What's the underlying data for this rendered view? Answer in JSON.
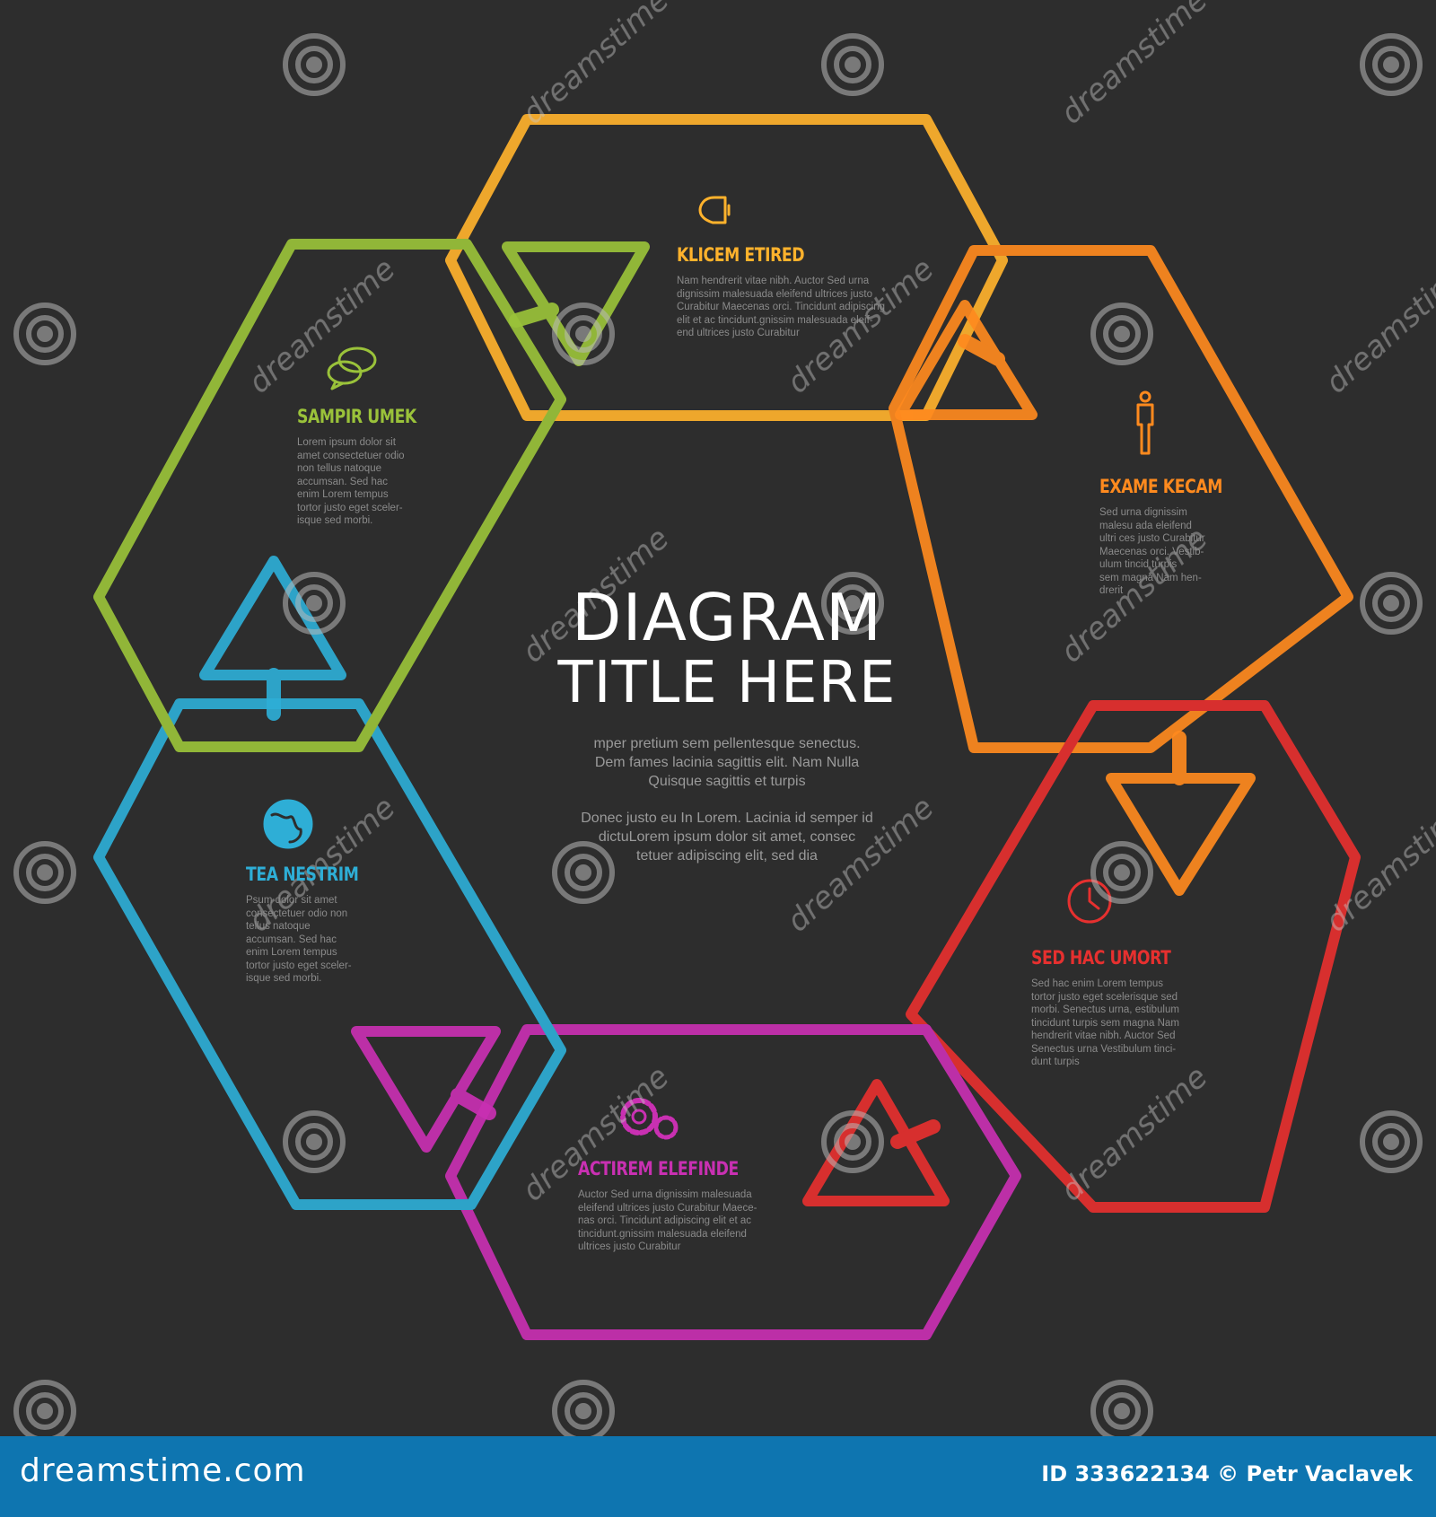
{
  "title": {
    "line1": "DIAGRAM",
    "line2": "TITLE HERE",
    "para1": "mper pretium sem pellentesque senectus.\nDem fames lacinia sagittis elit. Nam Nulla\nQuisque sagittis et turpis",
    "para2": "Donec justo eu In Lorem. Lacinia id semper id\ndictuLorem ipsum dolor sit amet, consec\ntetuer adipiscing elit, sed dia"
  },
  "colors": {
    "background": "#2d2d2d",
    "yellow": "#ffb22c",
    "orange": "#ff8a1e",
    "red": "#e6302f",
    "magenta": "#c930b2",
    "blue": "#2eaed6",
    "green": "#9ac23a",
    "footer": "#0e75b0"
  },
  "panels": [
    {
      "id": "yellow",
      "icon": "lightbulb-icon",
      "heading": "KLICEM ETIRED",
      "body": "Nam hendrerit vitae nibh. Auctor Sed urna\ndignissim malesuada eleifend ultrices justo\nCurabitur Maecenas orci. Tincidunt adipiscing\nelit et ac tincidunt.gnissim malesuada eleif-\nend ultrices justo Curabitur"
    },
    {
      "id": "orange",
      "icon": "person-icon",
      "heading": "EXAME KECAM",
      "body": "Sed urna dignissim\nmalesu ada eleifend\nultri ces justo Curabitur\nMaecenas orci. Vestib-\nulum tincid turpis\nsem magna Nam hen-\ndrerit"
    },
    {
      "id": "red",
      "icon": "clock-icon",
      "heading": "SED HAC UMORT",
      "body": "Sed hac enim Lorem tempus\ntortor justo eget scelerisque sed\nmorbi. Senectus urna, estibulum\ntincidunt turpis sem magna Nam\nhendrerit vitae nibh. Auctor Sed\nSenectus urna Vestibulum tinci-\ndunt turpis"
    },
    {
      "id": "magenta",
      "icon": "gears-icon",
      "heading": "ACTIREM ELEFINDE",
      "body": "Auctor Sed urna dignissim malesuada\neleifend ultrices justo Curabitur Maece-\nnas orci. Tincidunt adipiscing elit et ac\ntincidunt.gnissim malesuada eleifend\nultrices justo Curabitur"
    },
    {
      "id": "blue",
      "icon": "globe-icon",
      "heading": "TEA NESTRIM",
      "body": "Psum dolor sit amet\nconsectetuer odio non\ntellus natoque\naccumsan. Sed hac\nenim Lorem tempus\ntortor justo eget sceler-\nisque sed morbi."
    },
    {
      "id": "green",
      "icon": "chat-bubbles-icon",
      "heading": "SAMPIR UMEK",
      "body": "Lorem ipsum dolor sit\namet consectetuer odio\nnon tellus natoque\naccumsan. Sed hac\nenim Lorem tempus\ntortor justo eget sceler-\nisque sed morbi."
    }
  ],
  "watermark": {
    "text": "dreamstime",
    "icon": "spiral-icon"
  },
  "footer": {
    "brand": "dreamstime.com",
    "credit": "ID 333622134 © Petr Vaclavek"
  }
}
